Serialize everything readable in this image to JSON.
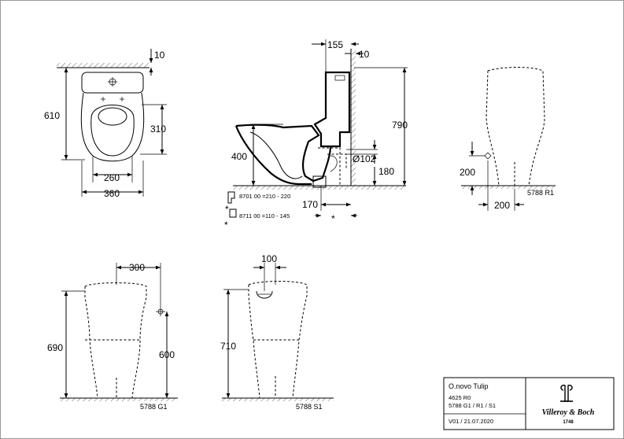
{
  "top_view": {
    "depth": "610",
    "height_right": "310",
    "width_inner": "260",
    "width_outer": "360",
    "offset_top": "10"
  },
  "side_view": {
    "dim_top": "155",
    "dim_top2": "10",
    "height_total": "790",
    "height_seat": "400",
    "pipe_diameter": "Ø102",
    "pipe_height": "180",
    "dim_bottom": "170",
    "asterisk": "*",
    "variant_1": "8701 00  =210 - 220",
    "variant_2": "8711 00  =110 - 145"
  },
  "view_r1": {
    "height": "200",
    "width": "200",
    "code": "5788 R1"
  },
  "view_g1": {
    "width": "300",
    "height_total": "690",
    "height_conn": "600",
    "code": "5788 G1"
  },
  "view_s1": {
    "width": "100",
    "height": "710",
    "code": "5788 S1"
  },
  "title_block": {
    "product": "O.novo Tulip",
    "code_1": "4625 R0",
    "code_2": "5788 G1 / R1 / S1",
    "version": "V01 / 21.07.2020",
    "brand": "Villeroy & Boch",
    "brand_year": "1748"
  }
}
